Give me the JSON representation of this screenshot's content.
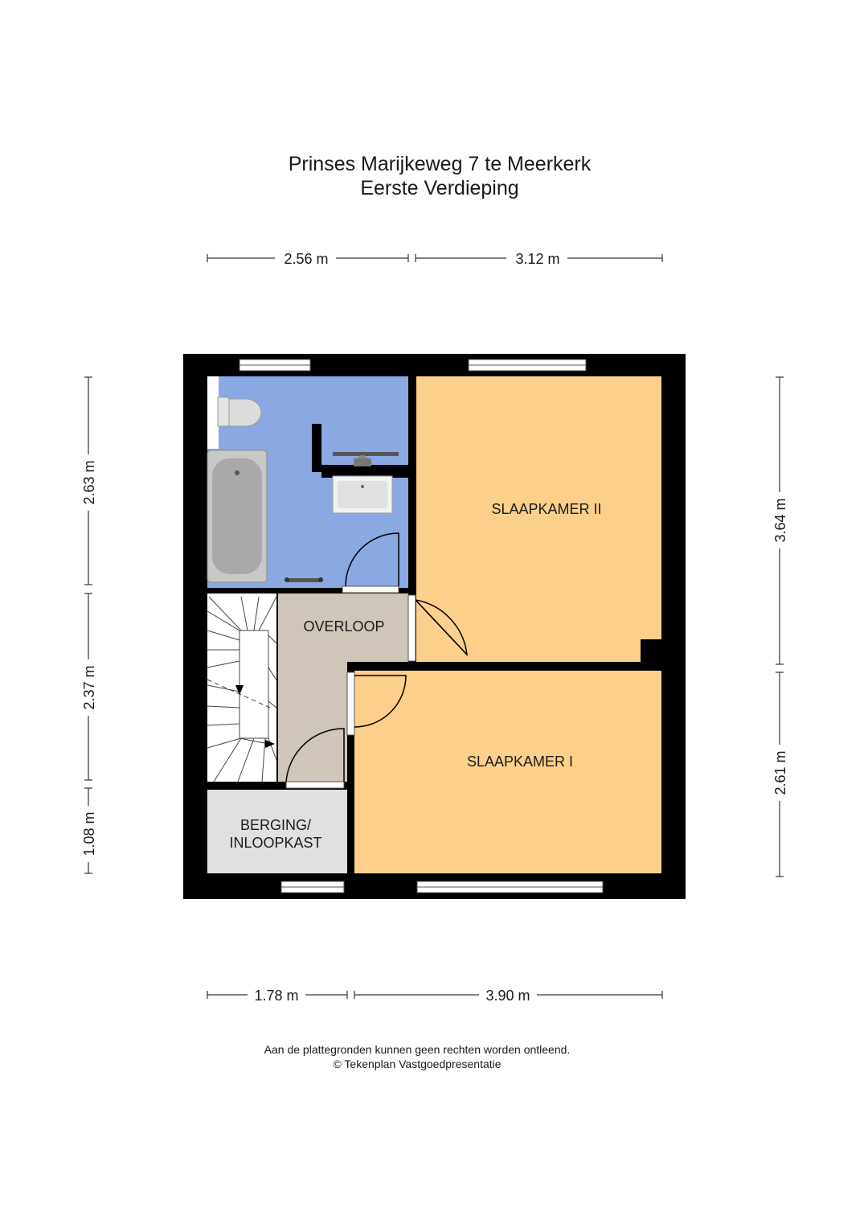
{
  "header": {
    "address": "Prinses Marijkeweg 7 te Meerkerk",
    "floor": "Eerste Verdieping"
  },
  "dimensions": {
    "top": [
      "2.56 m",
      "3.12 m"
    ],
    "bottom": [
      "1.78 m",
      "3.90 m"
    ],
    "left": [
      "2.63 m",
      "2.37 m",
      "1.08 m"
    ],
    "right": [
      "3.64 m",
      "2.61 m"
    ]
  },
  "rooms": {
    "slaapkamer2": "SLAAPKAMER II",
    "slaapkamer1": "SLAAPKAMER I",
    "overloop": "OVERLOOP",
    "berging_line1": "BERGING/",
    "berging_line2": "INLOOPKAST"
  },
  "colors": {
    "wall": "#000000",
    "bathroom": "#8aa9e3",
    "bedroom": "#fcd08a",
    "landing": "#cfc5b8",
    "storage": "#e0e0e2"
  },
  "footer": {
    "disclaimer": "Aan de plattegronden kunnen geen rechten worden ontleend.",
    "copyright": "© Tekenplan Vastgoedpresentatie"
  }
}
